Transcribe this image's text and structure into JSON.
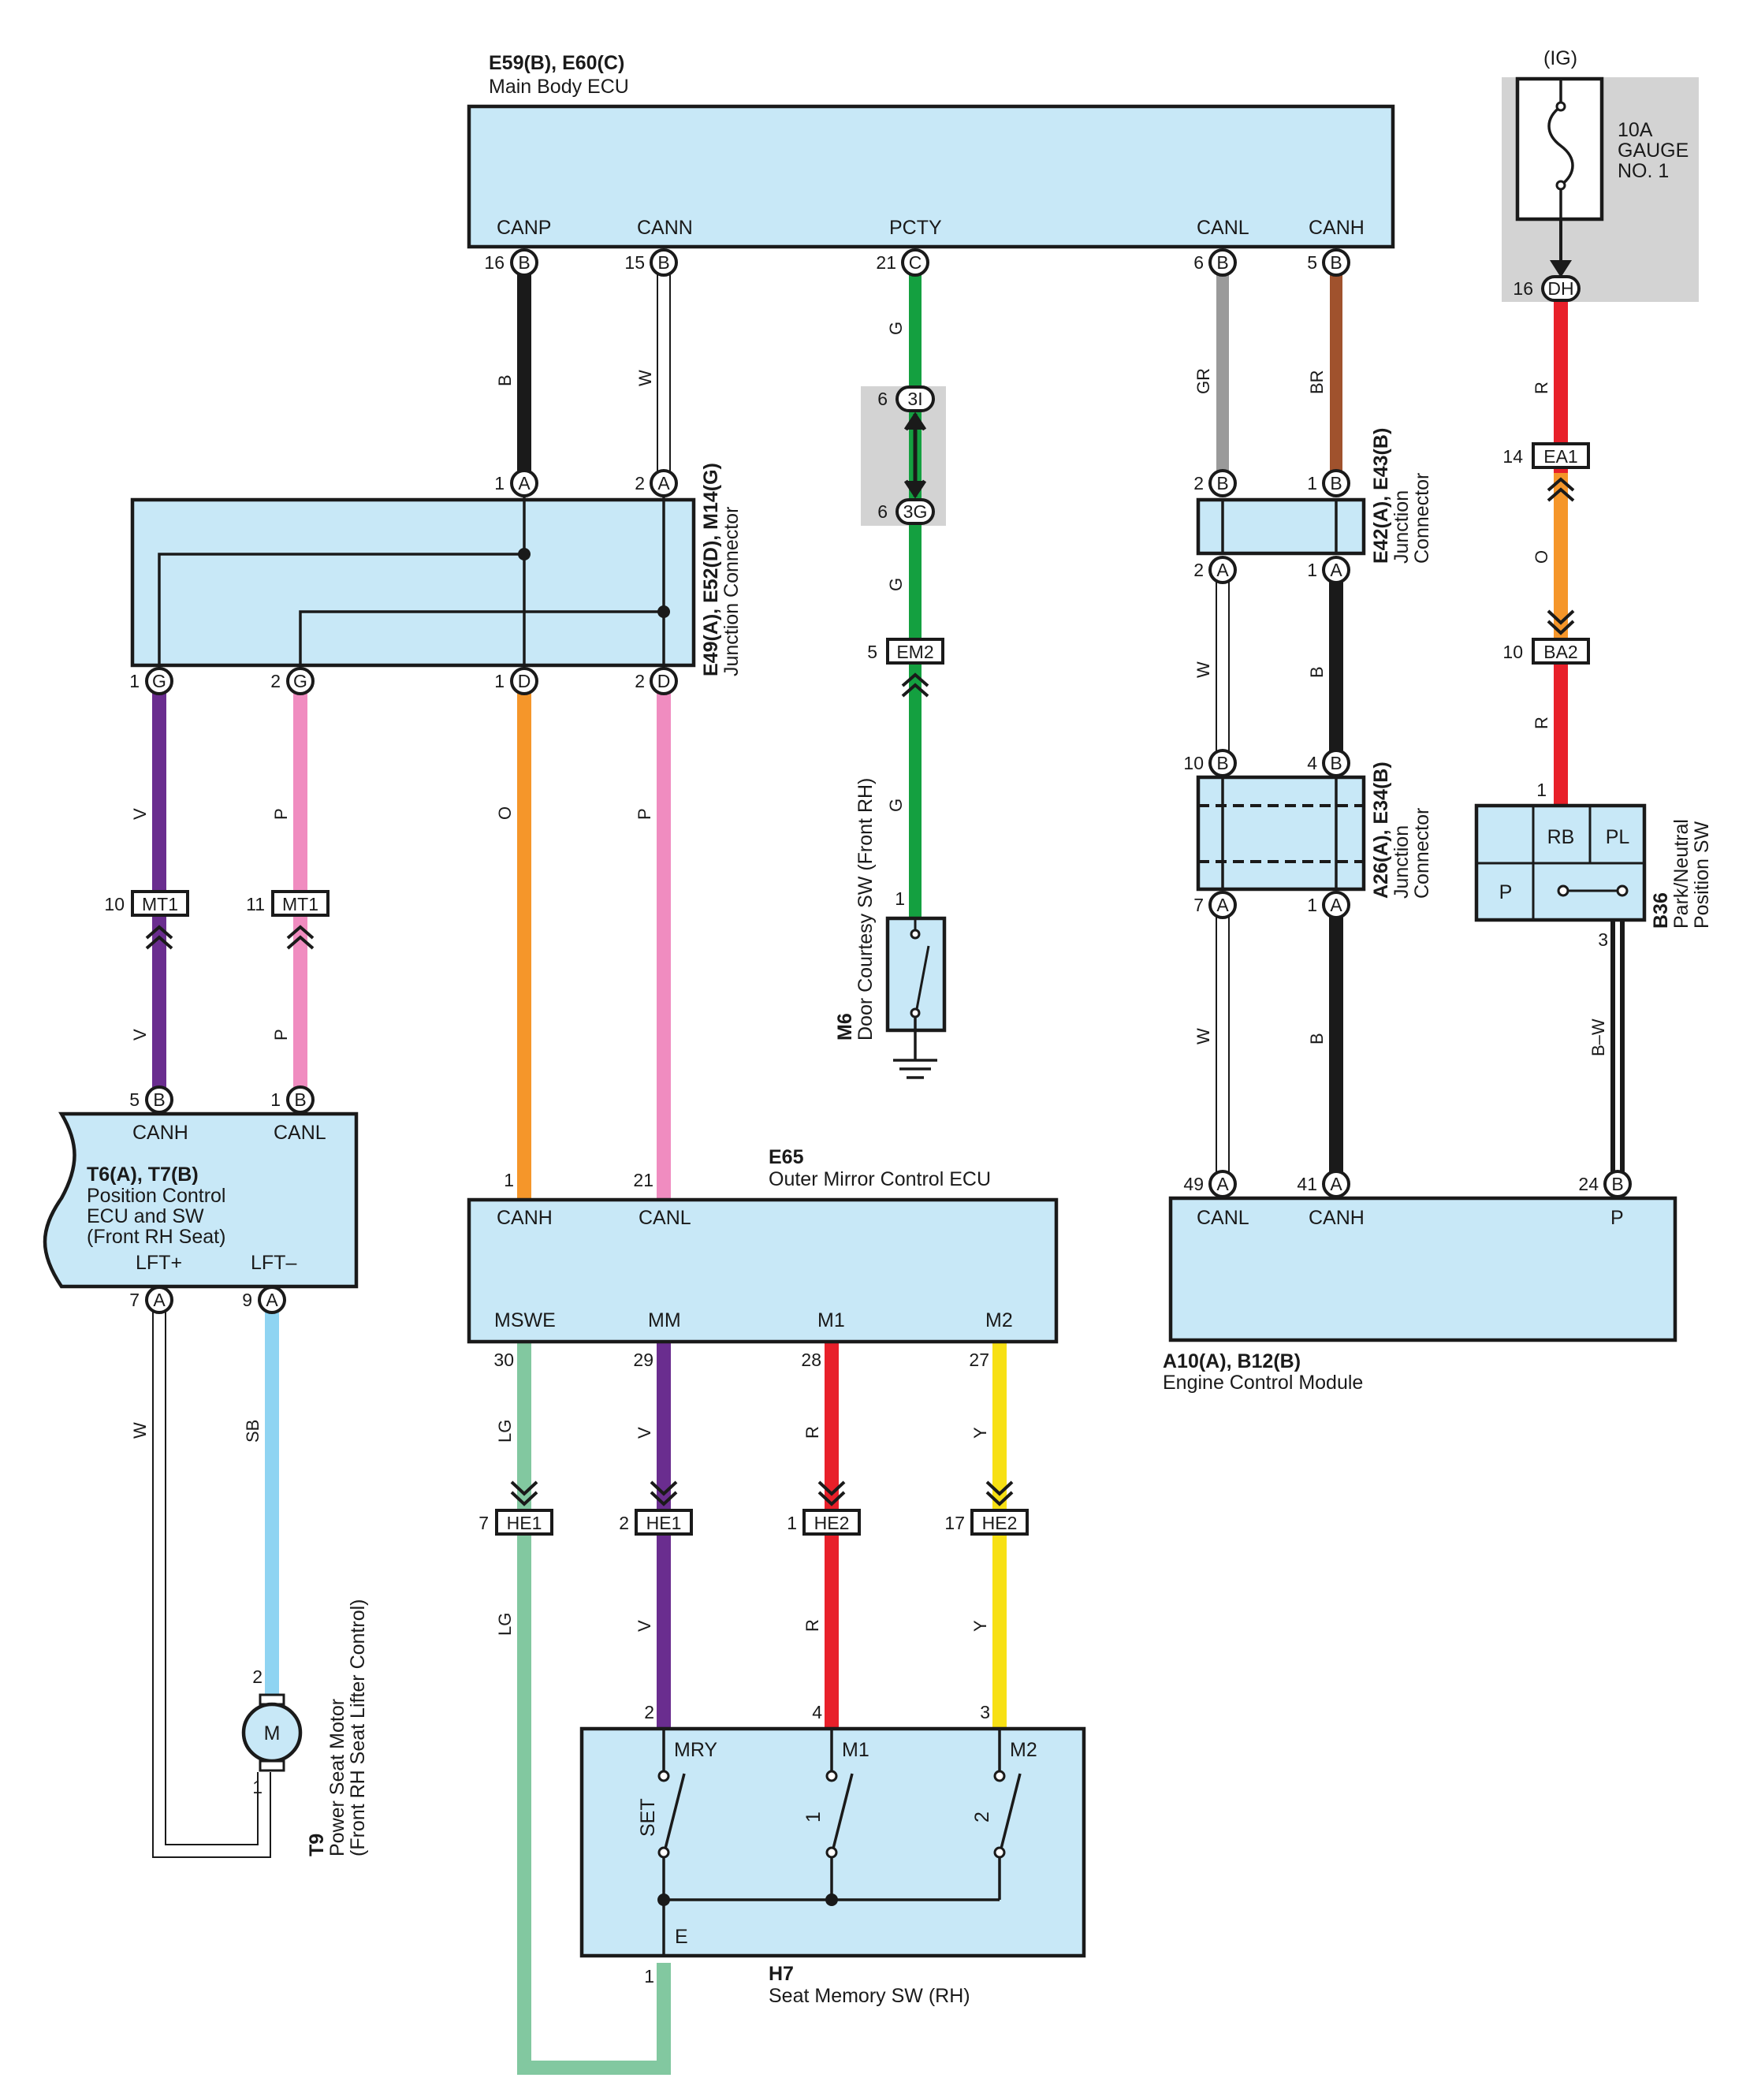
{
  "colors": {
    "box_fill": "#c8e8f7",
    "ink": "#1a1a1a",
    "gray_panel": "#d3d3d3",
    "wire_black": "#1a1a1a",
    "wire_white": "#ffffff",
    "wire_green": "#14a040",
    "wire_gray": "#9a9a9a",
    "wire_brown": "#a0522d",
    "wire_red": "#e8202a",
    "wire_orange": "#f5962a",
    "wire_violet": "#6a2d8f",
    "wire_pink": "#f08cc0",
    "wire_lightblue": "#8fd4f2",
    "wire_lightgreen": "#82c8a0",
    "wire_yellow": "#f7e014"
  },
  "components": {
    "main_body_ecu": {
      "code": "E59(B), E60(C)",
      "name": "Main Body ECU"
    },
    "jc_left": {
      "code": "E49(A), E52(D), M14(G)",
      "name": "Junction Connector"
    },
    "jc_e42": {
      "code": "E42(A), E43(B)",
      "name1": "Junction",
      "name2": "Connector"
    },
    "jc_a26": {
      "code": "A26(A), E34(B)",
      "name1": "Junction",
      "name2": "Connector"
    },
    "fuse": {
      "supply": "(IG)",
      "line1": "10A",
      "line2": "GAUGE",
      "line3": "NO. 1"
    },
    "park_neutral": {
      "code": "B36",
      "name1": "Park/Neutral",
      "name2": "Position SW",
      "rb": "RB",
      "pl": "PL",
      "p": "P"
    },
    "door_courtesy": {
      "code": "M6",
      "name": "Door Courtesy SW (Front RH)"
    },
    "position_ecu": {
      "code": "T6(A), T7(B)",
      "name1": "Position Control",
      "name2": "ECU and SW",
      "name3": "(Front RH Seat)"
    },
    "mirror_ecu": {
      "code": "E65",
      "name": "Outer Mirror Control ECU"
    },
    "ecm": {
      "code": "A10(A), B12(B)",
      "name": "Engine Control Module"
    },
    "seat_motor": {
      "code": "T9",
      "name1": "Power Seat Motor",
      "name2": "(Front RH Seat Lifter Control)",
      "symbol": "M"
    },
    "seat_memory": {
      "code": "H7",
      "name": "Seat Memory SW (RH)",
      "sw1": "SET",
      "sw2": "1",
      "sw3": "2"
    }
  },
  "terminals": {
    "canp": "CANP",
    "cann": "CANN",
    "pcty": "PCTY",
    "canl": "CANL",
    "canh": "CANH",
    "lftp": "LFT+",
    "lftm": "LFT–",
    "mswe": "MSWE",
    "mm": "MM",
    "m1": "M1",
    "m2": "M2",
    "p": "P",
    "mry": "MRY",
    "e": "E"
  },
  "pins": {
    "p16": "16",
    "p15": "15",
    "p21": "21",
    "p6": "6",
    "p5": "5",
    "p1": "1",
    "p2": "2",
    "p14": "14",
    "p10": "10",
    "p11": "11",
    "p4": "4",
    "p7": "7",
    "p9": "9",
    "p3": "3",
    "p49": "49",
    "p41": "41",
    "p24": "24",
    "p30": "30",
    "p29": "29",
    "p28": "28",
    "p27": "27",
    "p17": "17"
  },
  "conn_letters": {
    "A": "A",
    "B": "B",
    "C": "C",
    "D": "D",
    "G": "G",
    "DH": "DH",
    "c3I": "3I",
    "c3G": "3G"
  },
  "connectors": {
    "EA1": "EA1",
    "BA2": "BA2",
    "EM2": "EM2",
    "MT1": "MT1",
    "HE1": "HE1",
    "HE2": "HE2"
  },
  "wire_codes": {
    "B": "B",
    "W": "W",
    "G": "G",
    "GR": "GR",
    "BR": "BR",
    "R": "R",
    "O": "O",
    "V": "V",
    "P": "P",
    "SB": "SB",
    "LG": "LG",
    "Y": "Y",
    "BW": "B–W"
  }
}
